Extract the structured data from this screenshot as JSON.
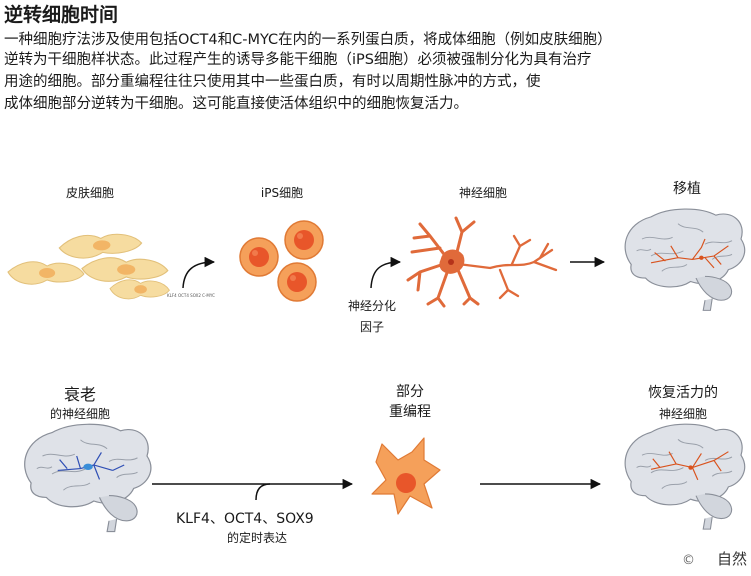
{
  "title": "逆转细胞时间",
  "intro": {
    "line1": "一种细胞疗法涉及使用包括OCT4和C-MYC在内的一系列蛋白质，将成体细胞（例如皮肤细胞）",
    "line2": "逆转为干细胞样状态。此过程产生的诱导多能干细胞（iPS细胞）必须被强制分化为具有治疗",
    "line3": " 用途的细胞。部分重编程往往只使用其中一些蛋白质，有时以周期性脉冲的方式，使",
    "line4": "成体细胞部分逆转为干细胞。这可能直接使活体组织中的细胞恢复活力。"
  },
  "top_row": {
    "skin_cells": "皮肤细胞",
    "ips_cells": "iPS细胞",
    "neurons": "神经细胞",
    "transplant": "移植",
    "factors_small": "KLF4  OCT4  SOX2  C-MYC",
    "diff_line1": "神经分化",
    "diff_line2": "因子"
  },
  "bottom_row": {
    "aged_line1": "衰老",
    "aged_line2": "的神经细胞",
    "partial_line1": "部分",
    "partial_line2": "重编程",
    "rejuv_line1": "恢复活力的",
    "rejuv_line2": "神经细胞",
    "factors": "KLF4、OCT4、SOX9",
    "timed": "的定时表达"
  },
  "footer": {
    "copyright": "©",
    "source": "自然"
  },
  "colors": {
    "skin_cell_fill": "#f6dca0",
    "skin_nucleus": "#f2b566",
    "ips_outer": "#f5a05a",
    "ips_inner": "#e8562a",
    "neuron": "#e06a3a",
    "brain_fill": "#dfe2e8",
    "brain_stroke": "#8a8f99",
    "aged_neuron": "#2f4fb5"
  }
}
